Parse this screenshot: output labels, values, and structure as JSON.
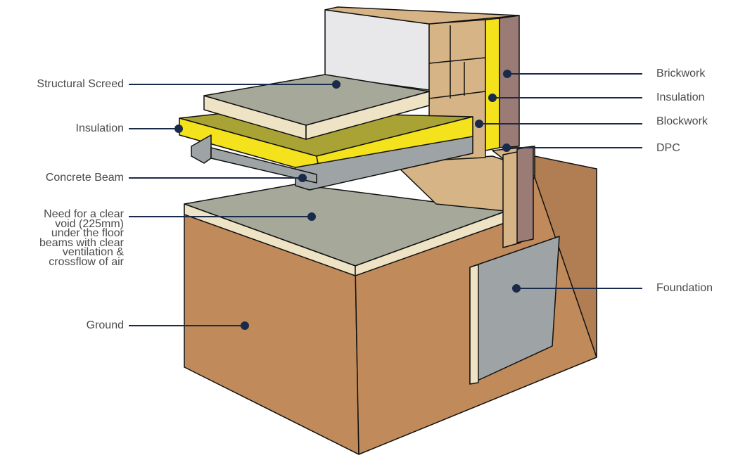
{
  "labels_left": [
    {
      "id": "structural-screed",
      "text": "Structural Screed"
    },
    {
      "id": "insulation-floor",
      "text": "Insulation"
    },
    {
      "id": "concrete-beam",
      "text": "Concrete Beam"
    },
    {
      "id": "void-note",
      "text": "Need for a clear\nvoid (225mm)\nunder the floor\nbeams with clear\nventilation &\ncrossflow of air"
    },
    {
      "id": "ground",
      "text": "Ground"
    }
  ],
  "labels_right": [
    {
      "id": "brickwork",
      "text": "Brickwork"
    },
    {
      "id": "insulation-wall",
      "text": "Insulation"
    },
    {
      "id": "blockwork",
      "text": "Blockwork"
    },
    {
      "id": "dpc",
      "text": "DPC"
    },
    {
      "id": "foundation",
      "text": "Foundation"
    }
  ],
  "colors": {
    "leader": "#1a2a4a",
    "ground": "#c08a5a",
    "screed": "#a6a89a",
    "cream": "#efe3c6",
    "insulation_top": "#a9a335",
    "insulation_side": "#f4e21c",
    "beam": "#9ea3a6",
    "block": "#d6b486",
    "brick": "#9b7b76",
    "plaster": "#e8e8ea"
  }
}
